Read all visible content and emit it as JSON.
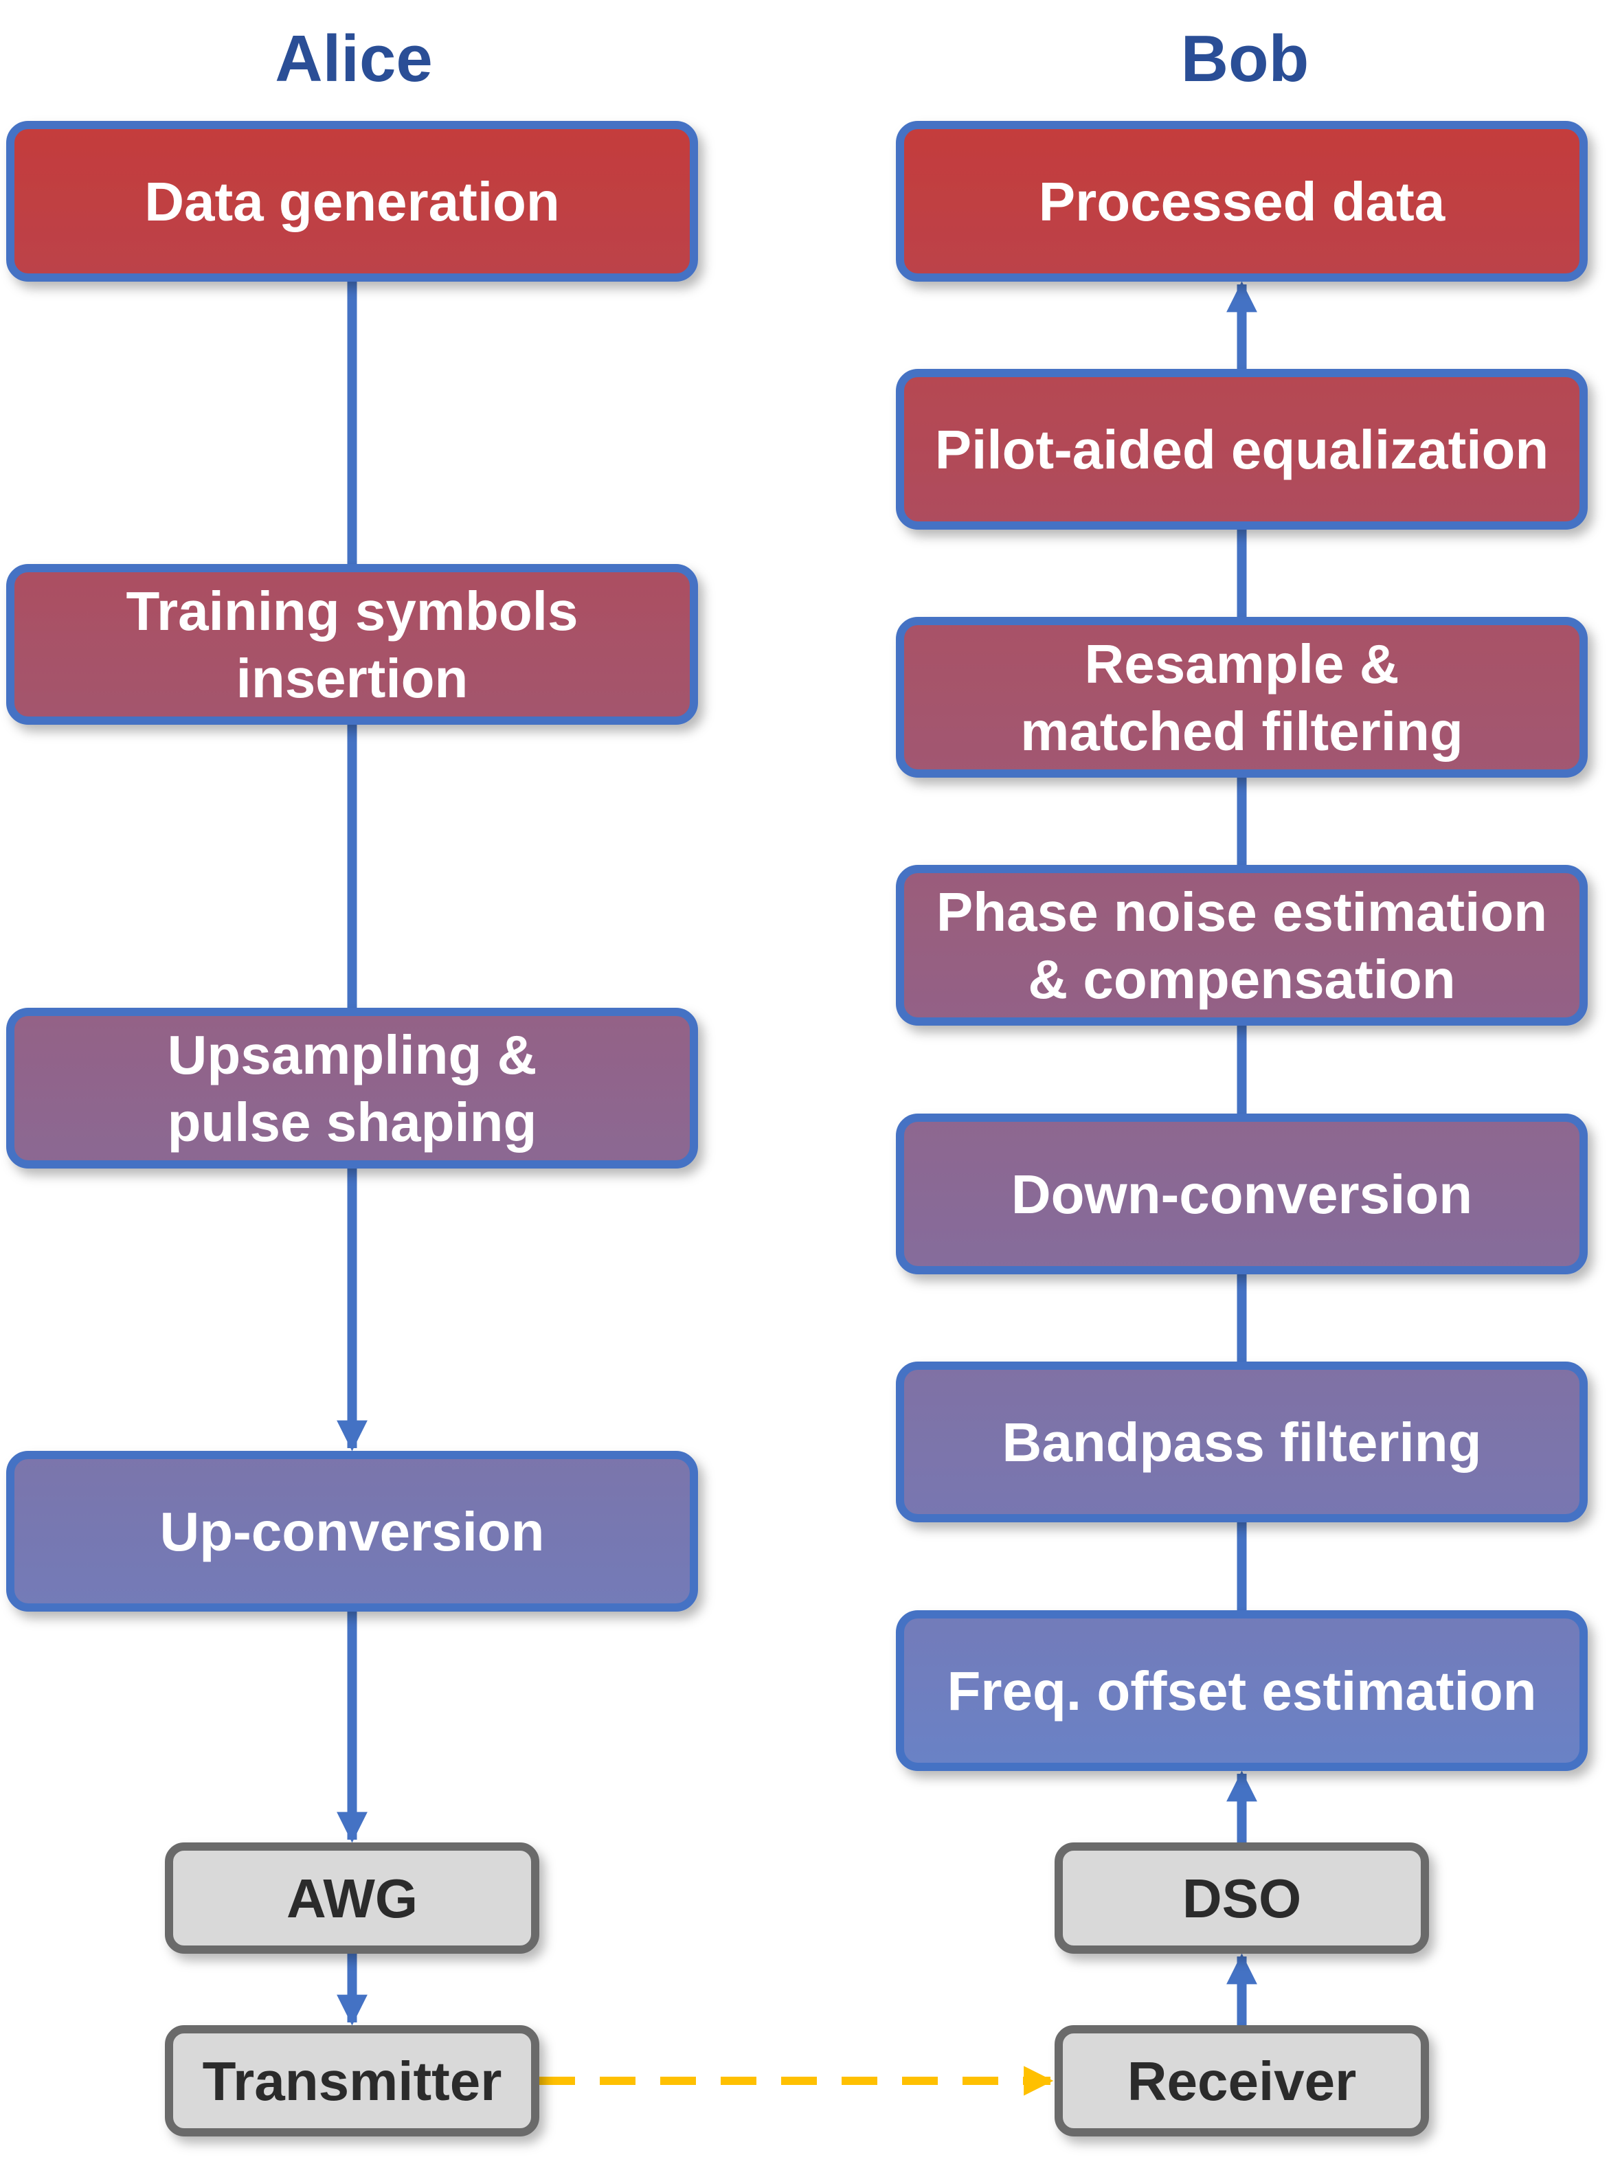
{
  "columns": {
    "alice": {
      "title": "Alice"
    },
    "bob": {
      "title": "Bob"
    }
  },
  "alice_blocks": [
    {
      "lines": [
        "Data generation"
      ]
    },
    {
      "lines": [
        "Training symbols",
        "insertion"
      ]
    },
    {
      "lines": [
        "Upsampling &",
        "pulse shaping"
      ]
    },
    {
      "lines": [
        "Up-conversion"
      ]
    }
  ],
  "bob_blocks": [
    {
      "lines": [
        "Processed data"
      ]
    },
    {
      "lines": [
        "Pilot-aided equalization"
      ]
    },
    {
      "lines": [
        "Resample &",
        "matched filtering"
      ]
    },
    {
      "lines": [
        "Phase noise estimation",
        "& compensation"
      ]
    },
    {
      "lines": [
        "Down-conversion"
      ]
    },
    {
      "lines": [
        "Bandpass filtering"
      ]
    },
    {
      "lines": [
        "Freq. offset estimation"
      ]
    }
  ],
  "alice_devices": [
    {
      "label": "AWG"
    },
    {
      "label": "Transmitter"
    }
  ],
  "bob_devices": [
    {
      "label": "DSO"
    },
    {
      "label": "Receiver"
    }
  ],
  "colors": {
    "title": "#2a4e96",
    "flow_line": "#4472c4",
    "link_dashed": "#ffc000",
    "block_border": "#4472c4",
    "device_fill": "#d9d9d9",
    "device_border": "#6b6b6b",
    "gradient_top": "#c43c3c",
    "gradient_bottom": "#6a82c6"
  }
}
